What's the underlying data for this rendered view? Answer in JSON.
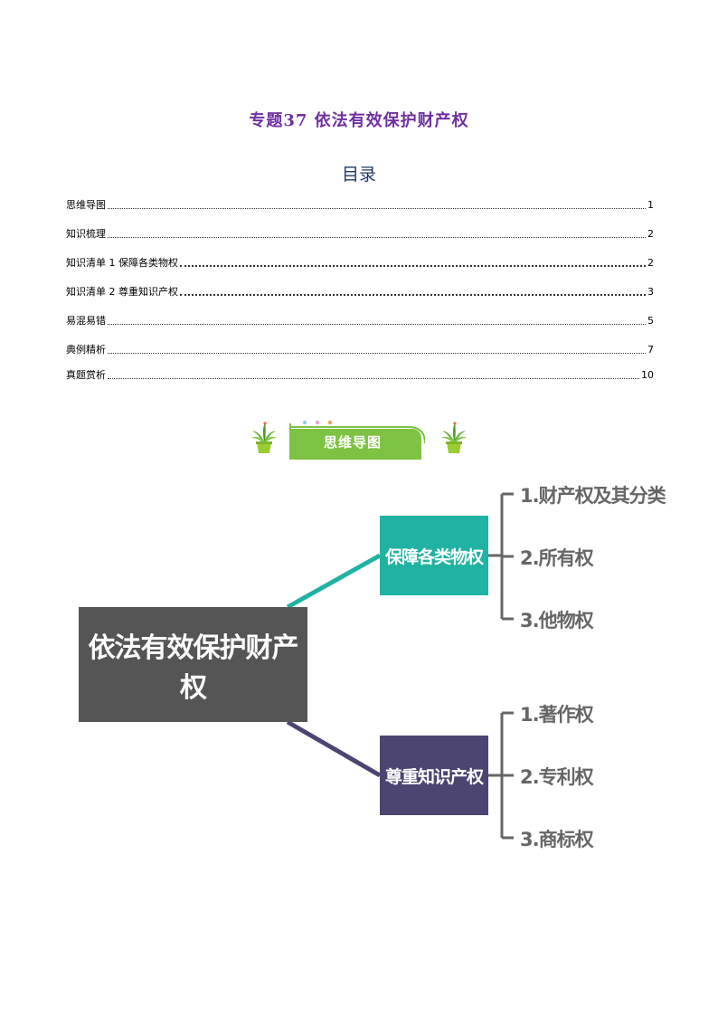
{
  "document": {
    "title": "专题37 依法有效保护财产权",
    "toc_heading": "目录"
  },
  "toc": [
    {
      "label": "思维导图",
      "page": "1"
    },
    {
      "label": "知识梳理",
      "page": "2"
    },
    {
      "label": "知识清单 1 保障各类物权",
      "page": "2"
    },
    {
      "label": "知识清单 2  尊重知识产权",
      "page": "3"
    },
    {
      "label": "易混易错",
      "page": "5"
    },
    {
      "label": "典例精析",
      "page": "7"
    },
    {
      "label": "真题赏析",
      "page": "10"
    }
  ],
  "banner": {
    "label": "思维导图",
    "colors": {
      "green": "#7dc242",
      "plant": "#6ab33f",
      "pot": "#9acd32"
    }
  },
  "mindmap": {
    "root": "依法有效保护财产权",
    "branches": [
      {
        "label": "保障各类物权",
        "color": "#20b2a2",
        "leaves": [
          "1.财产权及其分类",
          "2.所有权",
          "3.他物权"
        ]
      },
      {
        "label": "尊重知识产权",
        "color": "#4c4471",
        "leaves": [
          "1.著作权",
          "2.专利权",
          "3.商标权"
        ]
      }
    ],
    "root_color": "#555555"
  }
}
